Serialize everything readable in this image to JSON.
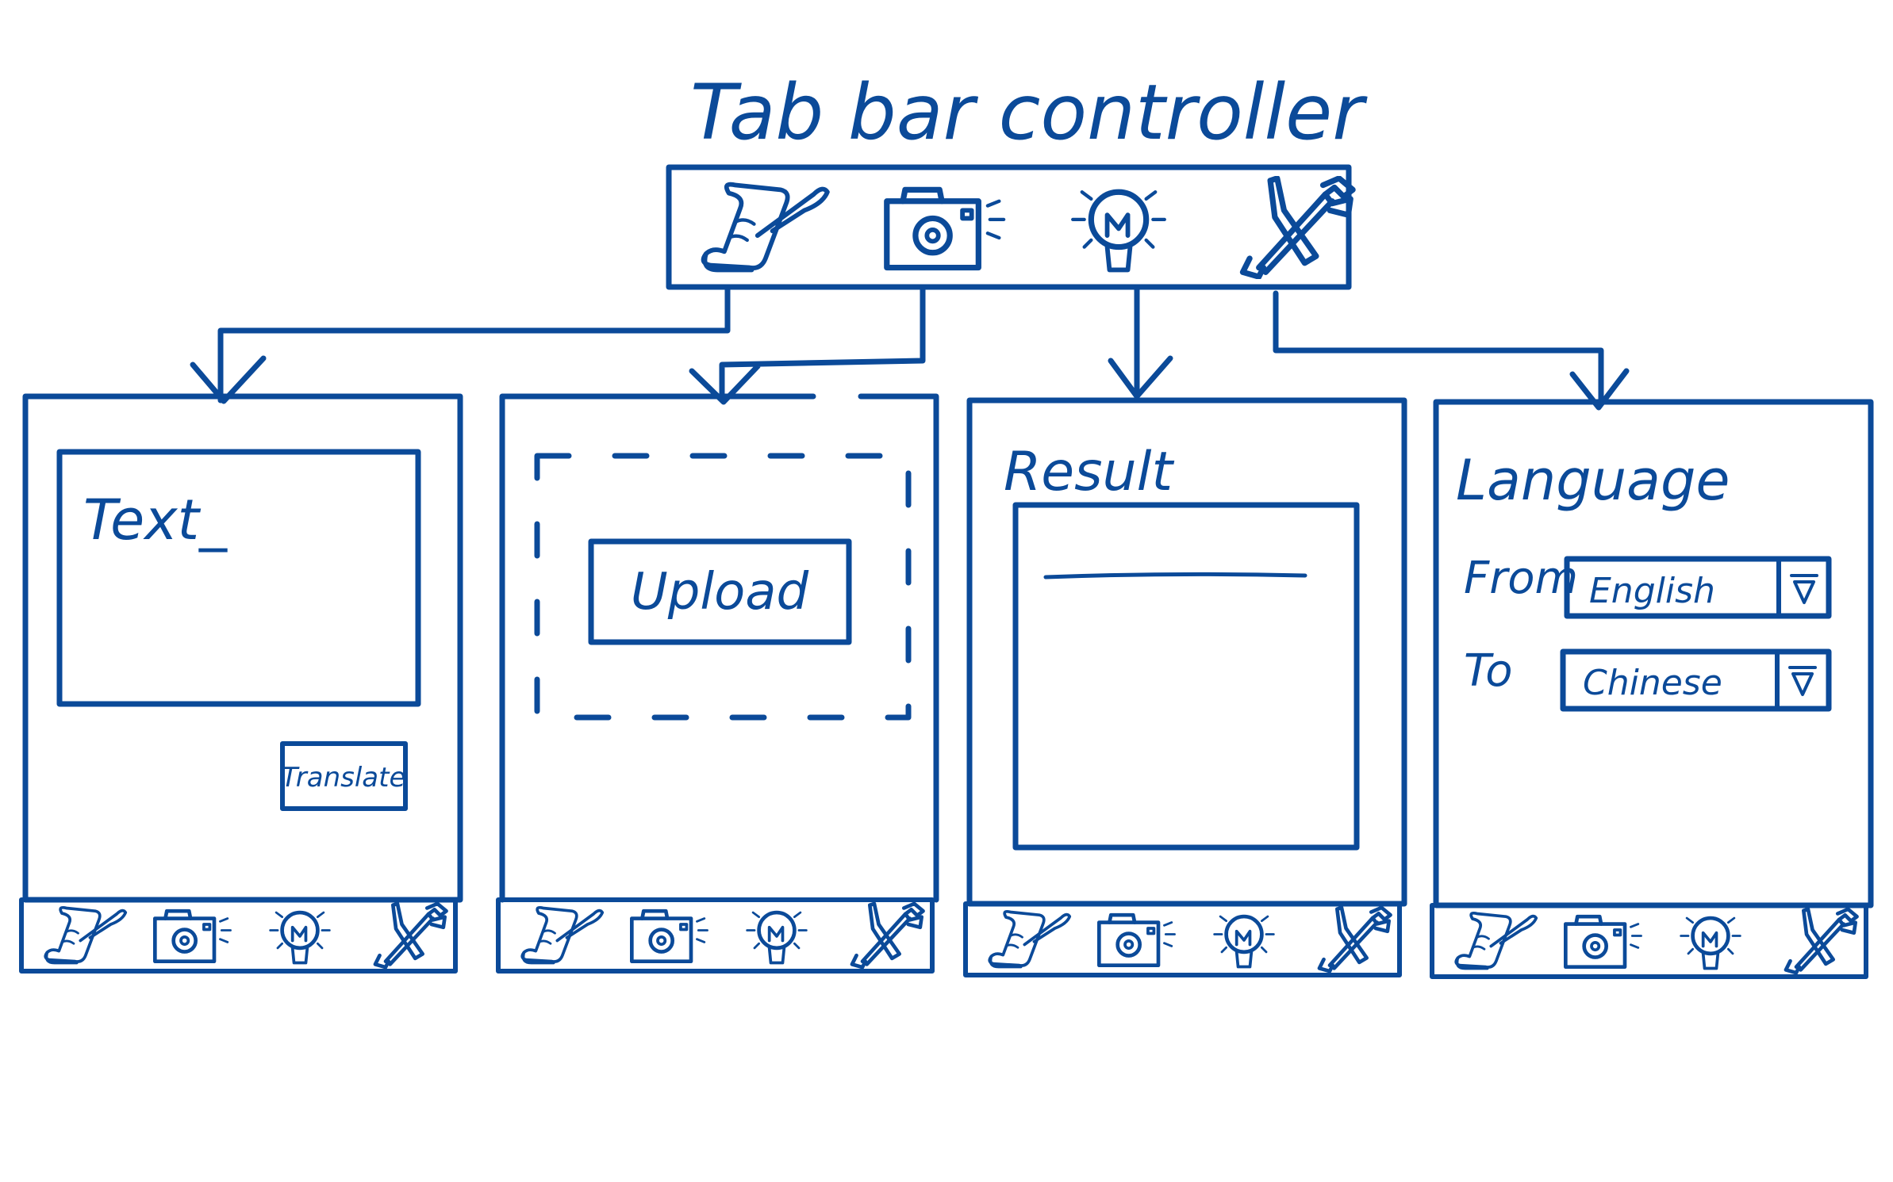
{
  "colors": {
    "ink": "#0b4a99",
    "background": "#ffffff"
  },
  "title": "Tab bar controller",
  "tab_icons": [
    "scroll-quill-icon",
    "camera-icon",
    "lightbulb-icon",
    "tools-icon"
  ],
  "screens": {
    "text": {
      "input_text": "Text_",
      "translate_label": "Translate"
    },
    "upload": {
      "upload_label": "Upload"
    },
    "result": {
      "heading": "Result"
    },
    "language": {
      "heading": "Language",
      "from_label": "From",
      "to_label": "To",
      "from_value": "English",
      "to_value": "Chinese"
    }
  }
}
